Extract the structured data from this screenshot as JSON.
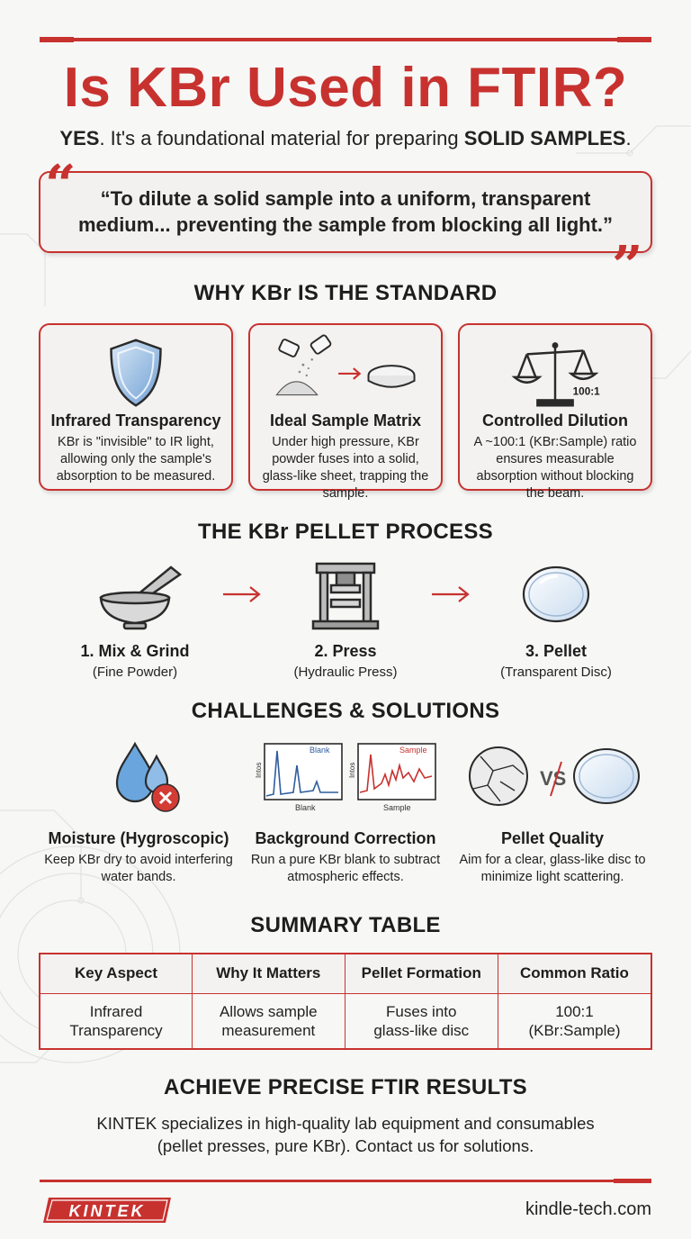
{
  "header": {
    "title": "Is KBr Used in FTIR?",
    "subtitle_yes": "YES",
    "subtitle_mid": ". It's a foundational material for preparing ",
    "subtitle_bold": "SOLID SAMPLES",
    "subtitle_end": "."
  },
  "quote": {
    "open_mark": "“",
    "close_mark": "”",
    "text": "“To dilute a solid sample into a uniform, transparent medium... preventing the sample from blocking all light.”"
  },
  "why": {
    "heading": "WHY KBr IS THE STANDARD",
    "cards": [
      {
        "title": "Infrared Transparency",
        "desc": "KBr is \"invisible\" to IR light, allowing only the sample's absorption to be measured.",
        "icon": "shield-icon"
      },
      {
        "title": "Ideal Sample Matrix",
        "desc": "Under high pressure, KBr powder fuses into a solid, glass-like sheet, trapping the sample.",
        "icon": "powder-to-pellet-icon"
      },
      {
        "title": "Controlled Dilution",
        "desc": "A ~100:1 (KBr:Sample) ratio ensures measurable absorption without blocking the beam.",
        "icon": "balance-scale-icon",
        "icon_label": "100:1"
      }
    ]
  },
  "process": {
    "heading": "THE KBr PELLET PROCESS",
    "steps": [
      {
        "title": "1. Mix & Grind",
        "sub": "(Fine Powder)",
        "icon": "mortar-pestle-icon"
      },
      {
        "title": "2. Press",
        "sub": "(Hydraulic Press)",
        "icon": "hydraulic-press-icon"
      },
      {
        "title": "3. Pellet",
        "sub": "(Transparent Disc)",
        "icon": "pellet-disc-icon"
      }
    ]
  },
  "challenges": {
    "heading": "CHALLENGES & SOLUTIONS",
    "items": [
      {
        "title": "Moisture (Hygroscopic)",
        "desc": "Keep KBr dry to avoid interfering water bands.",
        "icon": "water-drops-icon"
      },
      {
        "title": "Background Correction",
        "desc": "Run a pure KBr blank to subtract atmospheric effects.",
        "icon": "spectra-icon",
        "chart_labels": {
          "left_title": "Blank",
          "left_axis": "Intos",
          "left_caption": "Blank",
          "right_title": "Sample",
          "right_axis": "Intos",
          "right_caption": "Sample"
        }
      },
      {
        "title": "Pellet Quality",
        "desc": "Aim for a clear, glass-like disc to minimize light scattering.",
        "icon": "cracked-vs-clear-icon",
        "vs_label": "VS"
      }
    ]
  },
  "summary": {
    "heading": "SUMMARY TABLE",
    "columns": [
      "Key Aspect",
      "Why It Matters",
      "Pellet Formation",
      "Common Ratio"
    ],
    "row": [
      [
        "Infrared",
        "Transparency"
      ],
      [
        "Allows sample",
        "measurement"
      ],
      [
        "Fuses into",
        "glass-like disc"
      ],
      [
        "100:1",
        "(KBr:Sample)"
      ]
    ]
  },
  "cta": {
    "heading": "ACHIEVE PRECISE FTIR RESULTS",
    "line1": "KINTEK specializes in high-quality lab equipment and consumables",
    "line2": "(pellet presses, pure KBr). Contact us for solutions."
  },
  "footer": {
    "logo_text": "KINTEK",
    "site": "kindle-tech.com"
  },
  "colors": {
    "accent": "#c7322f",
    "icon_blue": "#5b8fc9",
    "text": "#222222"
  }
}
